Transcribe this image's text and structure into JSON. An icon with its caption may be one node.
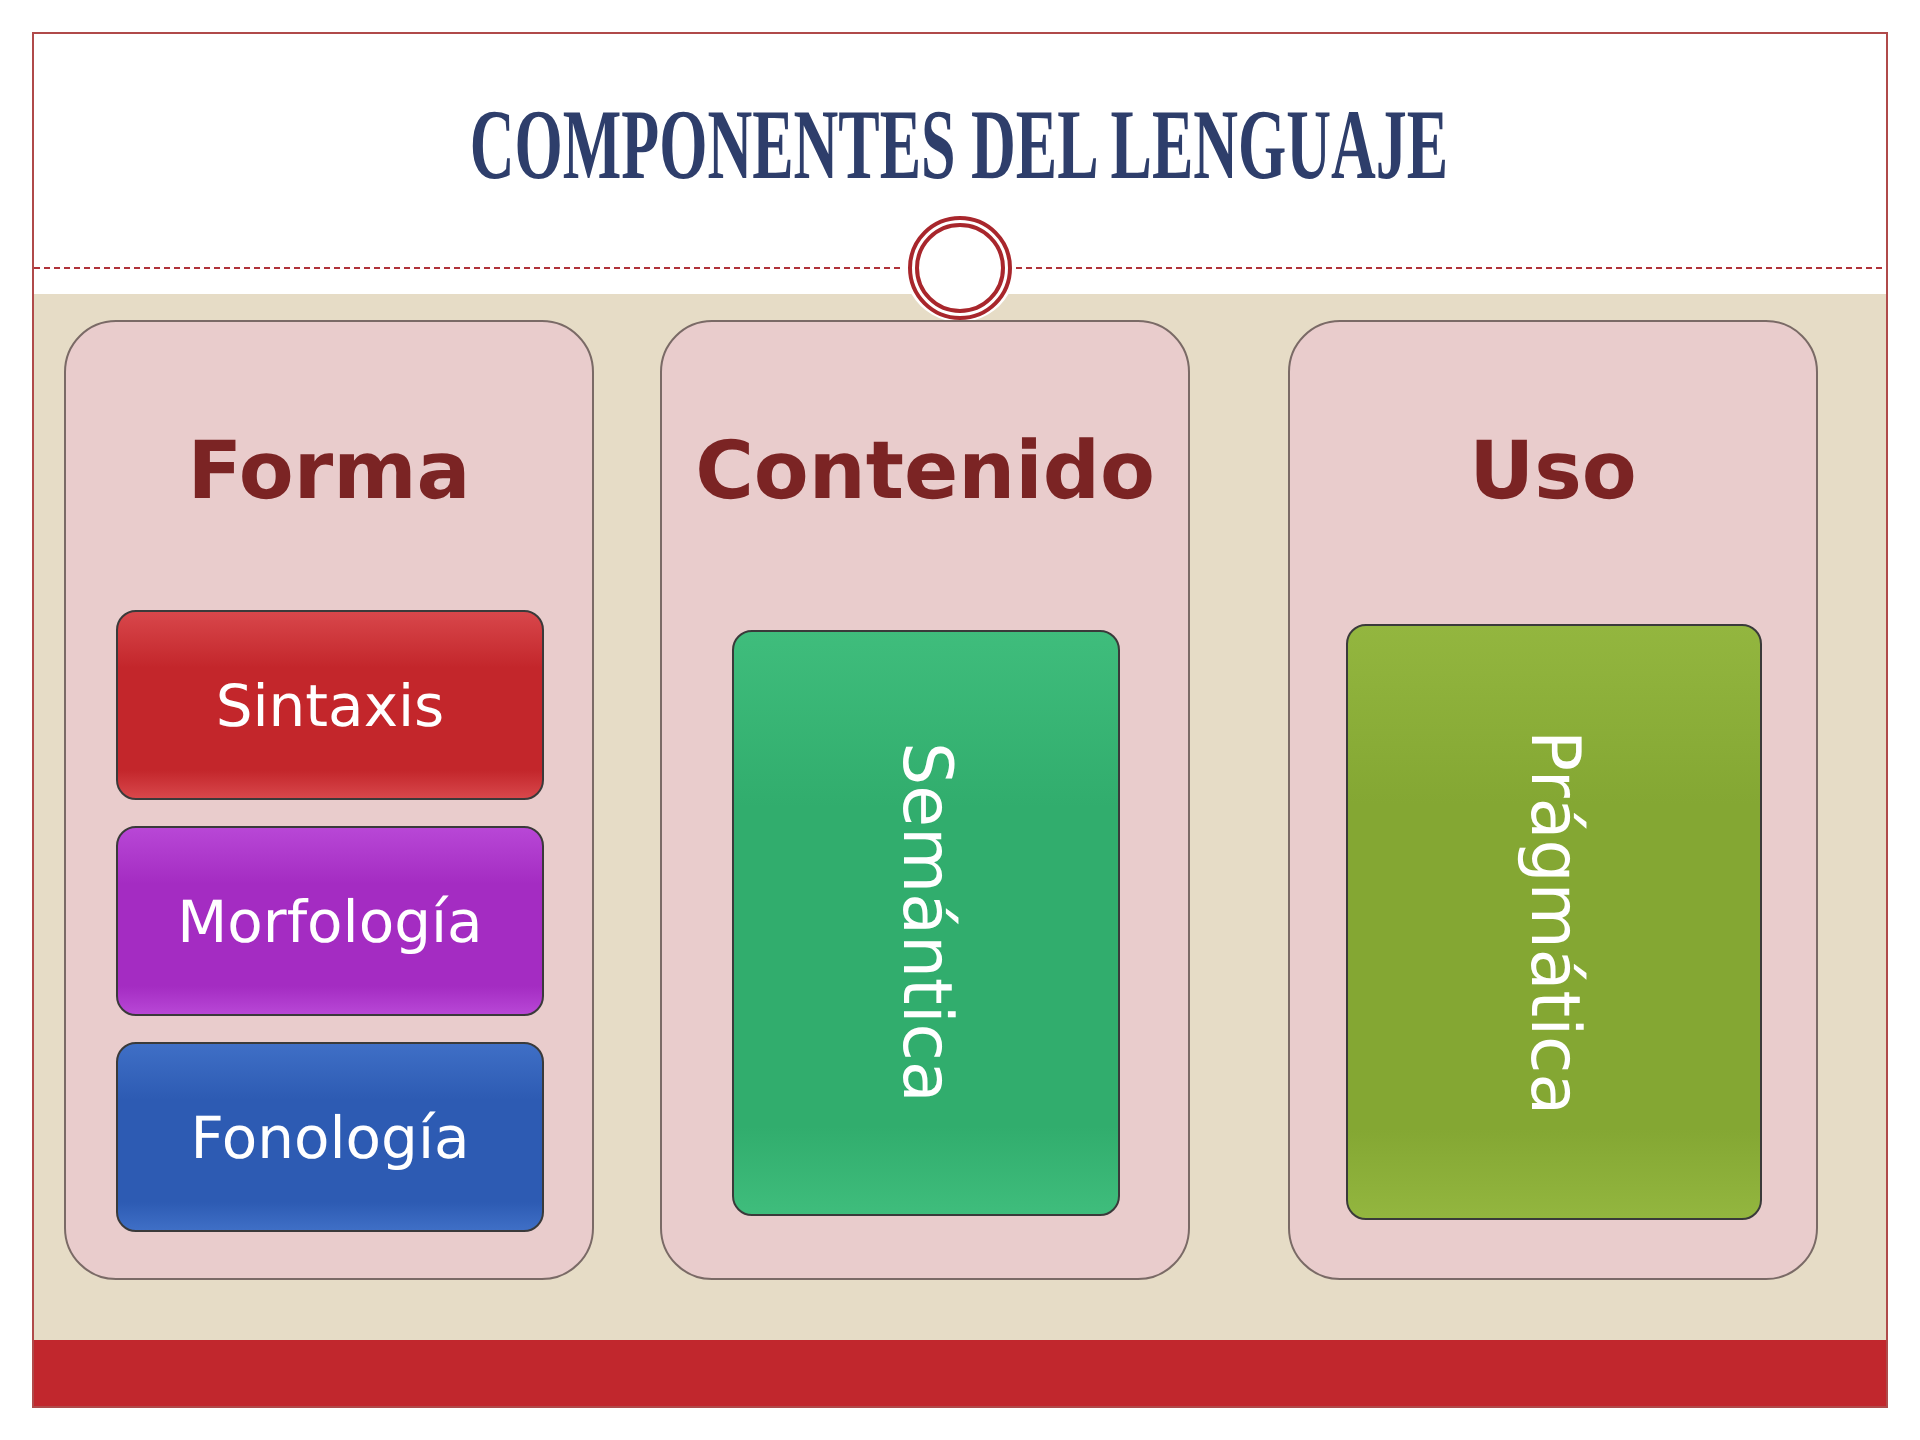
{
  "diagram": {
    "title": "COMPONENTES DEL LENGUAJE",
    "nodes": [
      {
        "text": [
          "Forma"
        ]
      },
      {
        "text": [
          "Sintaxis"
        ],
        "in": 0
      },
      {
        "text": [
          "Morfología"
        ],
        "in": 0
      },
      {
        "text": [
          "Fonología"
        ],
        "in": 0
      },
      {
        "text": [
          "Contenido"
        ]
      },
      {
        "text": [
          "Semántica"
        ],
        "in": 4
      },
      {
        "text": [
          "Uso"
        ]
      },
      {
        "text": [
          "Prágmática"
        ],
        "in": 6
      }
    ]
  }
}
